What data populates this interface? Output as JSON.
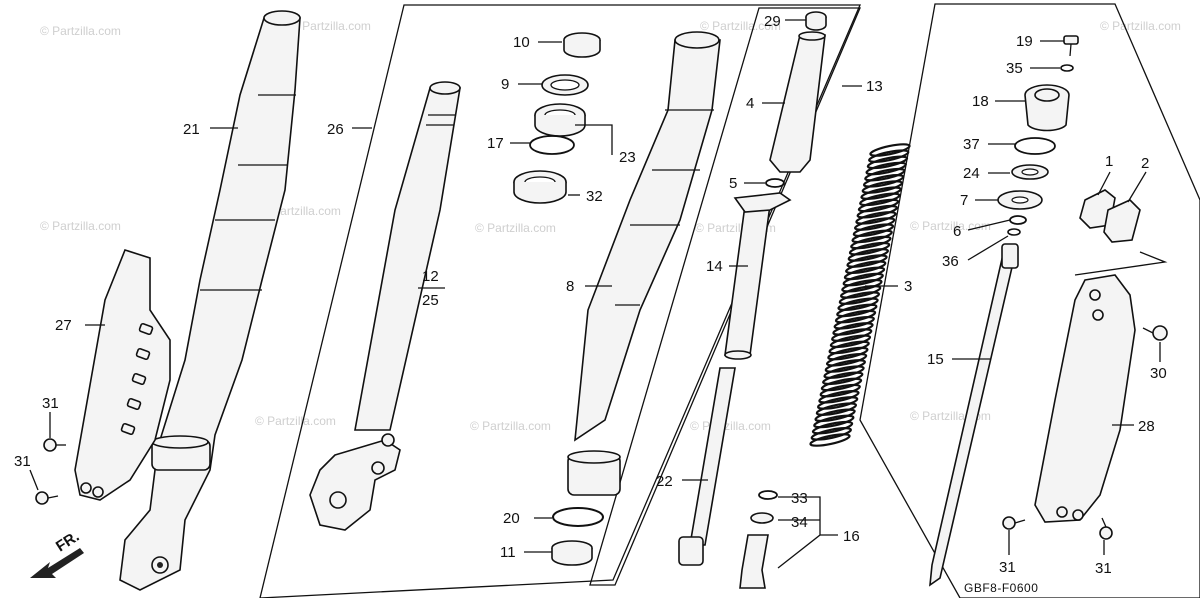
{
  "diagram": {
    "code": "GBF8-F0600",
    "direction_label": "FR.",
    "watermark": "© Partzilla.com",
    "labels": {
      "l1": "1",
      "l2": "2",
      "l3": "3",
      "l4": "4",
      "l5": "5",
      "l6": "6",
      "l7": "7",
      "l8": "8",
      "l9": "9",
      "l10": "10",
      "l11": "11",
      "l12": "12",
      "l13": "13",
      "l14": "14",
      "l15": "15",
      "l16": "16",
      "l17": "17",
      "l18": "18",
      "l19": "19",
      "l20": "20",
      "l21": "21",
      "l22": "22",
      "l23": "23",
      "l24": "24",
      "l25": "25",
      "l26": "26",
      "l27": "27",
      "l28": "28",
      "l29": "29",
      "l30": "30",
      "l31a": "31",
      "l31b": "31",
      "l31c": "31",
      "l31d": "31",
      "l32": "32",
      "l33": "33",
      "l34": "34",
      "l35": "35",
      "l36": "36",
      "l37": "37"
    }
  }
}
